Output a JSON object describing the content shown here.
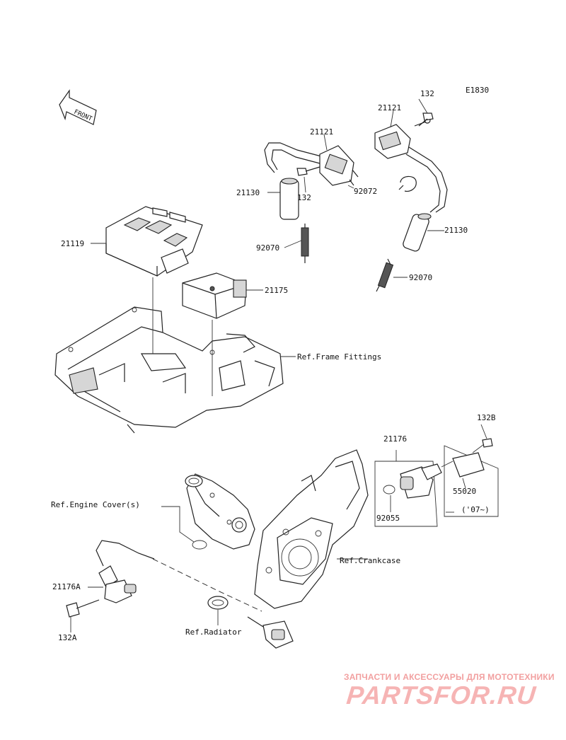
{
  "diagram": {
    "code": "E1830",
    "front_label": "FRONT",
    "labels": {
      "p132_top": "132",
      "p21121_right": "21121",
      "p21121_mid": "21121",
      "p21130_left": "21130",
      "p132_mid": "132",
      "p92072": "92072",
      "p92070_left": "92070",
      "p21130_right": "21130",
      "p92070_right": "92070",
      "p21119": "21119",
      "p21175": "21175",
      "ref_frame": "Ref.Frame Fittings",
      "p132B": "132B",
      "p21176": "21176",
      "p55020": "55020",
      "p07": "('07~)",
      "p92055": "92055",
      "ref_engine_cover": "Ref.Engine Cover(s)",
      "ref_crankcase": "Ref.Crankcase",
      "p21176A": "21176A",
      "p132A": "132A",
      "ref_radiator": "Ref.Radiator"
    }
  },
  "watermark": {
    "tagline": "ЗАПЧАСТИ И АКСЕССУАРЫ ДЛЯ МОТОТЕХНИКИ",
    "logo": "PARTSFOR.RU"
  }
}
